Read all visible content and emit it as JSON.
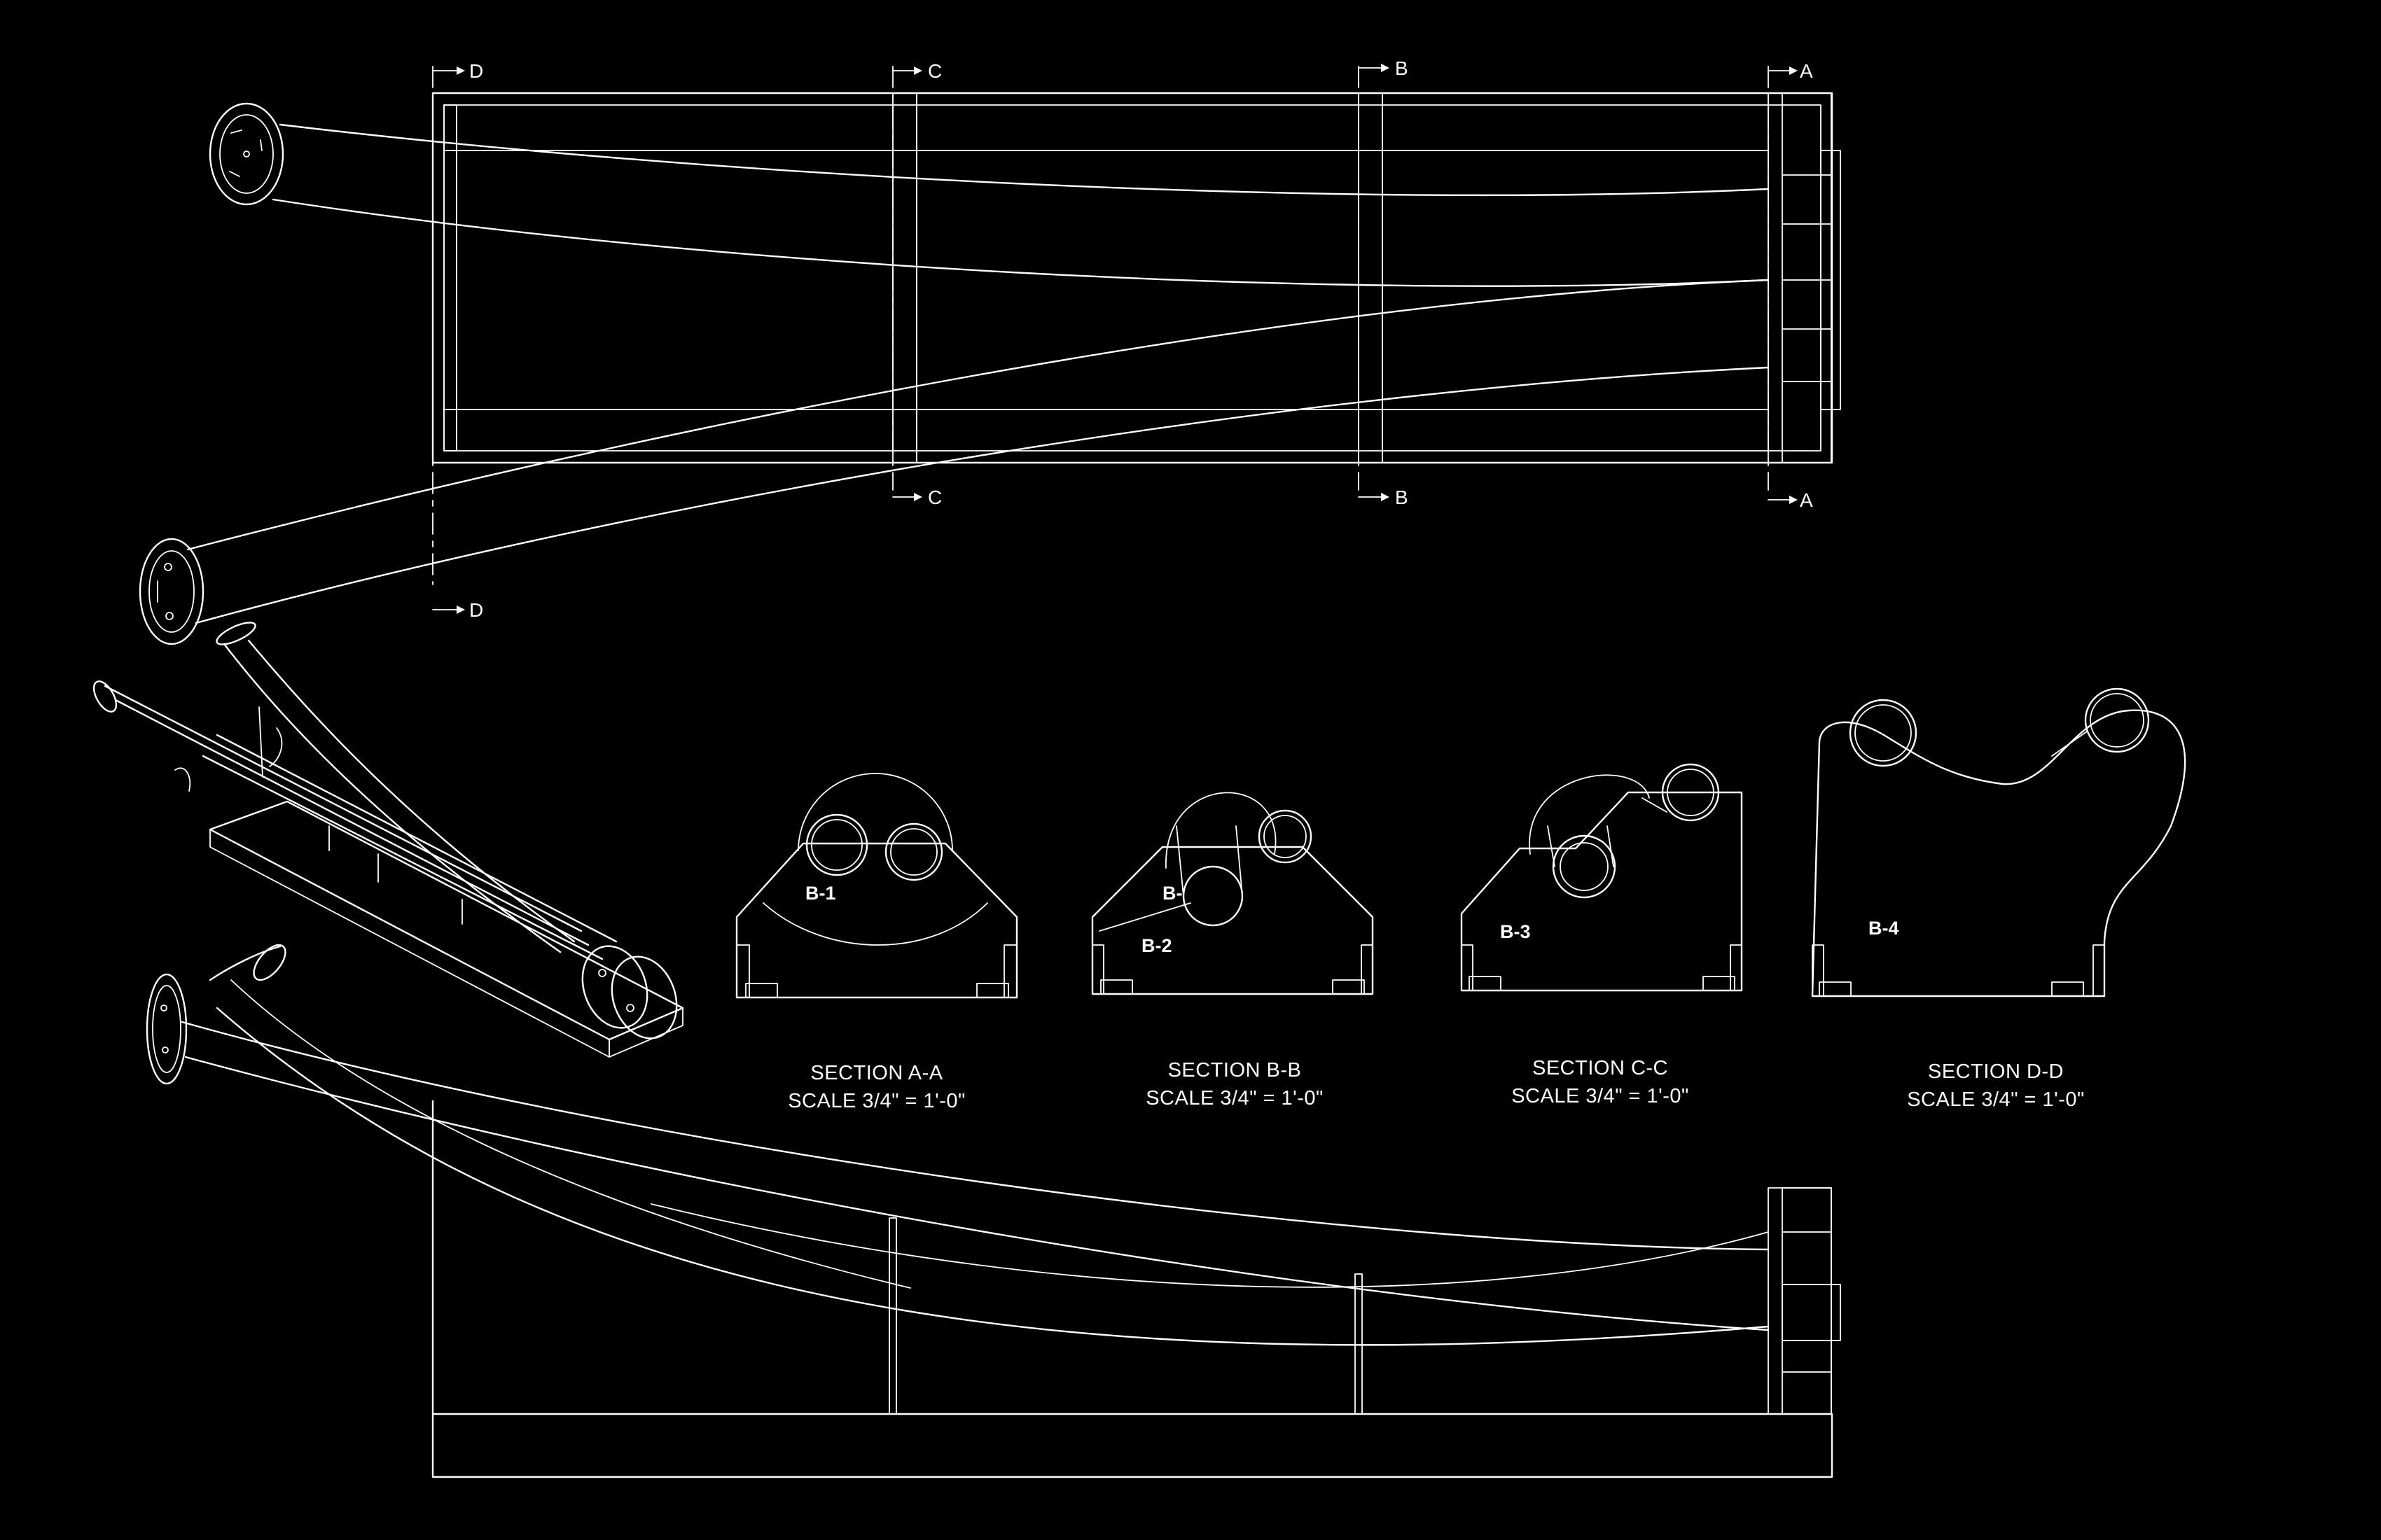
{
  "section_markers": {
    "a": "A",
    "b": "B",
    "c": "C",
    "d": "D"
  },
  "sections": [
    {
      "title": "SECTION A-A",
      "scale": "SCALE 3/4\" = 1'-0\"",
      "part_tag": "B-1"
    },
    {
      "title": "SECTION B-B",
      "scale": "SCALE 3/4\" = 1'-0\"",
      "part_tag": "B-2",
      "partial_tag": "B-"
    },
    {
      "title": "SECTION C-C",
      "scale": "SCALE 3/4\" = 1'-0\"",
      "part_tag": "B-3"
    },
    {
      "title": "SECTION D-D",
      "scale": "SCALE 3/4\" = 1'-0\"",
      "part_tag": "B-4"
    }
  ],
  "colors": {
    "background": "#000000",
    "linework": "#ffffff"
  }
}
